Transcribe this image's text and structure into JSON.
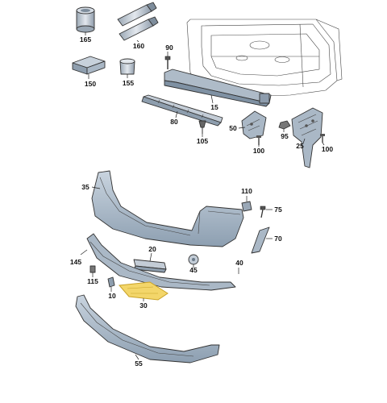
{
  "callouts": [
    {
      "id": "165",
      "text": "165"
    },
    {
      "id": "160",
      "text": "160"
    },
    {
      "id": "150",
      "text": "150"
    },
    {
      "id": "155",
      "text": "155"
    },
    {
      "id": "90",
      "text": "90"
    },
    {
      "id": "15",
      "text": "15"
    },
    {
      "id": "80",
      "text": "80"
    },
    {
      "id": "105",
      "text": "105"
    },
    {
      "id": "50",
      "text": "50"
    },
    {
      "id": "100a",
      "text": "100"
    },
    {
      "id": "95",
      "text": "95"
    },
    {
      "id": "25",
      "text": "25"
    },
    {
      "id": "100b",
      "text": "100"
    },
    {
      "id": "35",
      "text": "35"
    },
    {
      "id": "110",
      "text": "110"
    },
    {
      "id": "75",
      "text": "75"
    },
    {
      "id": "70",
      "text": "70"
    },
    {
      "id": "20",
      "text": "20"
    },
    {
      "id": "145",
      "text": "145"
    },
    {
      "id": "45",
      "text": "45"
    },
    {
      "id": "40",
      "text": "40"
    },
    {
      "id": "115",
      "text": "115"
    },
    {
      "id": "10",
      "text": "10"
    },
    {
      "id": "30",
      "text": "30"
    },
    {
      "id": "55",
      "text": "55"
    }
  ],
  "colors": {
    "part_fill": "#b9c6d3",
    "part_shade": "#8fa1b3",
    "highlight": "#f3d66a",
    "highlight_stroke": "#c9a227"
  }
}
